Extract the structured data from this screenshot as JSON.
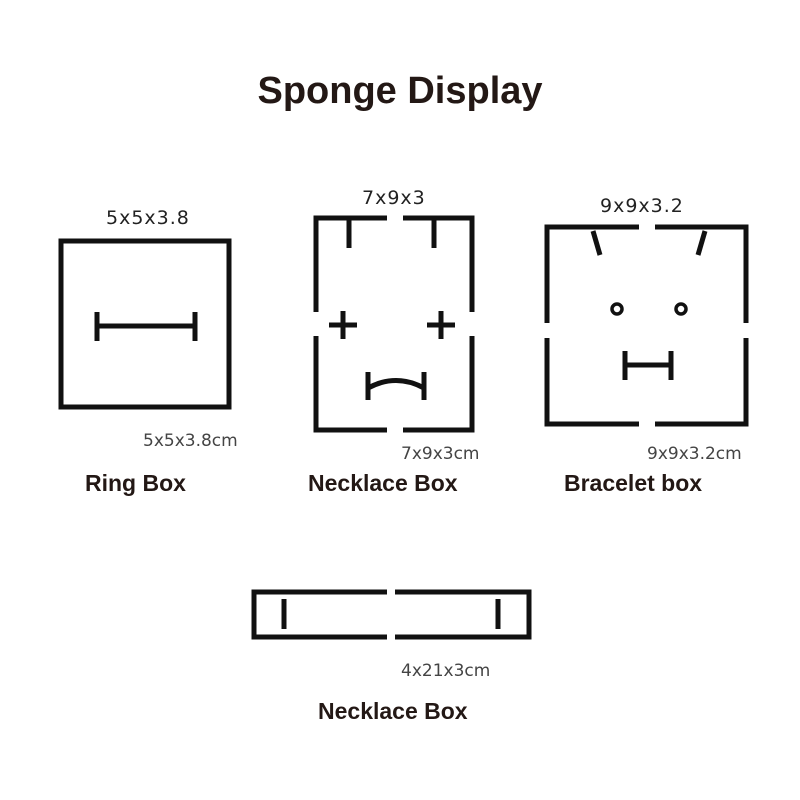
{
  "title": "Sponge Display",
  "boxes": [
    {
      "name": "Ring Box",
      "top_dimension": "5x5x3.8",
      "cm_dimension": "5x5x3.8cm"
    },
    {
      "name": "Necklace Box",
      "top_dimension": "7x9x3",
      "cm_dimension": "7x9x3cm"
    },
    {
      "name": "Bracelet box",
      "top_dimension": "9x9x3.2",
      "cm_dimension": "9x9x3.2cm"
    },
    {
      "name": "Necklace Box",
      "cm_dimension": "4x21x3cm"
    }
  ],
  "colors": {
    "line": "#111111",
    "text": "#231815"
  }
}
